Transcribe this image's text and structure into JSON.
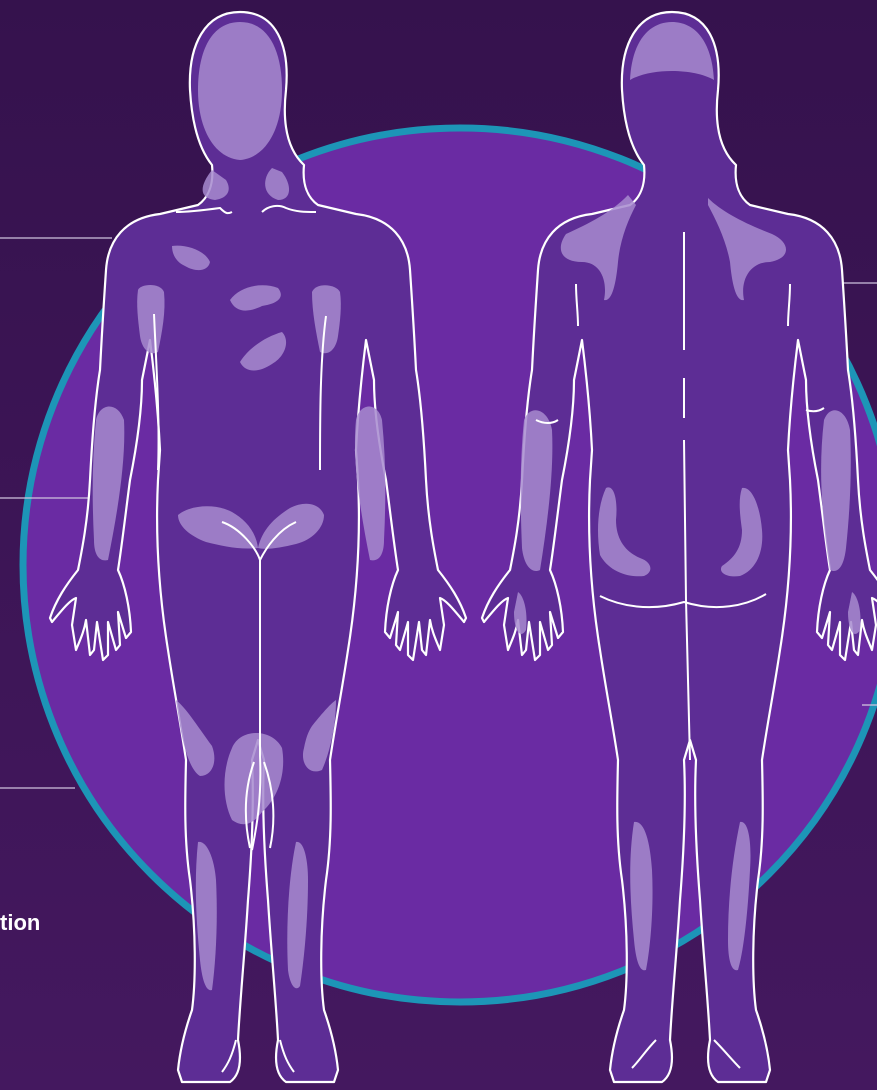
{
  "colors": {
    "background_top": "#35124d",
    "background_bottom": "#44185f",
    "circle_fill": "#6a2ba3",
    "circle_ring": "#1d95b7",
    "body_fill": "#5d2d95",
    "highlight": "#a78bcf",
    "outline": "#ffffff",
    "leader_line": "#cfc3de"
  },
  "labels": {
    "partial_label": "tion"
  },
  "figures": {
    "front": {
      "view": "front"
    },
    "back": {
      "view": "back"
    }
  }
}
